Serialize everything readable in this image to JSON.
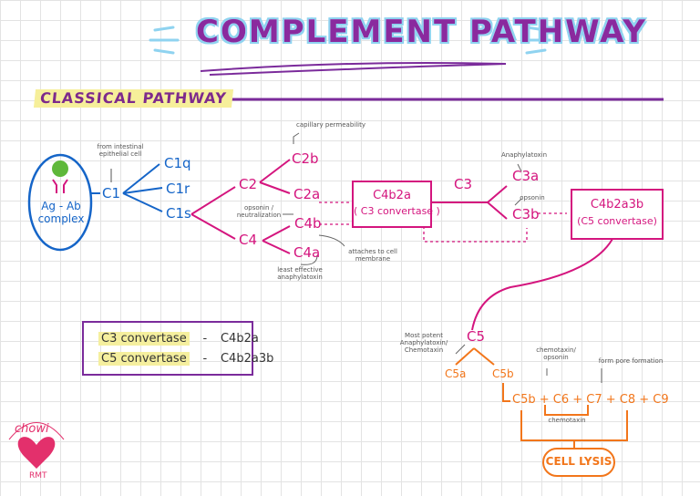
{
  "title": "COMPLEMENT PATHWAY",
  "subtitle": "CLASSICAL PATHWAY",
  "ag_ab": "Ag - Ab complex",
  "c1": {
    "label": "C1",
    "note": "from intestinal epithelial cell",
    "subunits": [
      "C1q",
      "C1r",
      "C1s"
    ]
  },
  "c2": {
    "label": "C2",
    "c2b": "C2b",
    "c2b_note": "capillary permeability",
    "c2a": "C2a"
  },
  "c4": {
    "label": "C4",
    "c4b": "C4b",
    "c4a": "C4a",
    "opsonin_note": "opsonin / neutralization",
    "c4a_note": "least effective anaphylatoxin",
    "c4b_note": "attaches to cell membrane"
  },
  "c3_convertase_box": {
    "line1": "C4b2a",
    "line2": "( C3 convertase )"
  },
  "c3": {
    "label": "C3",
    "c3a": "C3a",
    "c3a_note": "Anaphylatoxin",
    "c3b": "C3b",
    "c3b_note": "opsonin"
  },
  "c5_convertase_box": {
    "line1": "C4b2a3b",
    "line2": "(C5 convertase)"
  },
  "c5": {
    "label": "C5",
    "c5a": "C5a",
    "c5a_note": "Most potent Anaphylatoxin/ Chemotaxin",
    "c5b": "C5b",
    "c5b_note": "chemotaxin/ opsonin"
  },
  "mac": {
    "equation": "C5b + C6 + C7 + C8 + C9",
    "pore_note": "form pore formation",
    "chemotaxin_note": "chemotaxin",
    "result": "CELL LYSIS"
  },
  "legend": {
    "row1_label": "C3 convertase",
    "row1_dash": "-",
    "row1_value": "C4b2a",
    "row2_label": "C5 convertase",
    "row2_dash": "-",
    "row2_value": "C4b2a3b"
  },
  "signature": {
    "top": "chowi",
    "bottom": "RMT"
  },
  "colors": {
    "title": "#8a2a9e",
    "classical": "#1565c8",
    "cascade": "#d4157e",
    "c5": "#f2761b",
    "legend_border": "#7b2b9b"
  }
}
